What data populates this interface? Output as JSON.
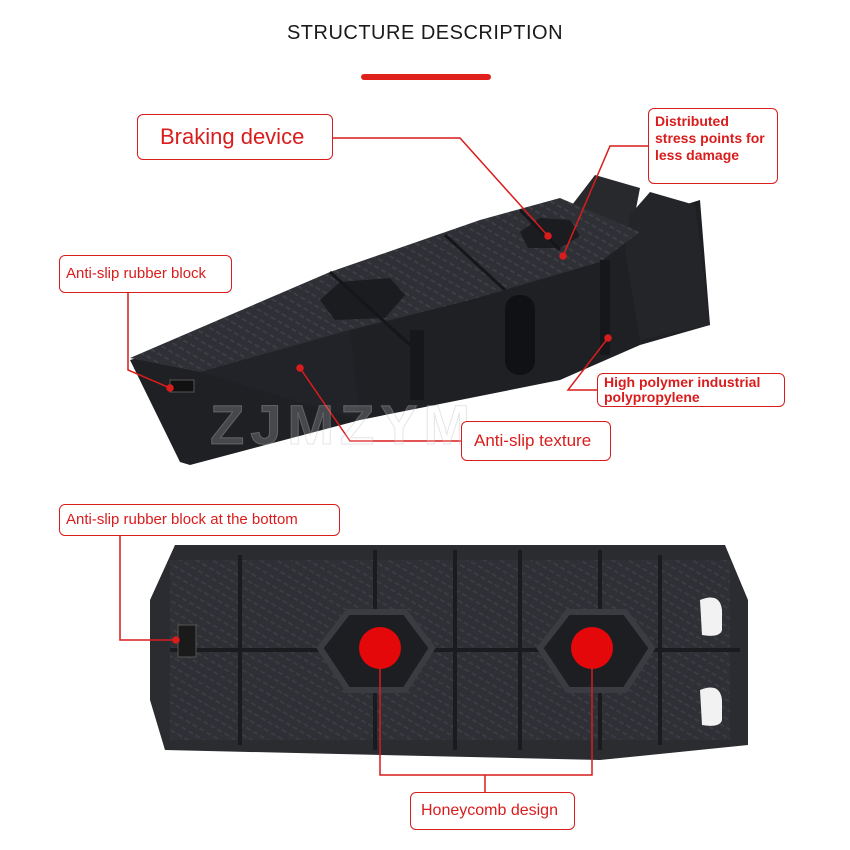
{
  "header": {
    "title": "STRUCTURE DESCRIPTION"
  },
  "labels": {
    "braking_device": "Braking device",
    "distributed_stress": "Distributed stress points for less damage",
    "anti_slip_block": "Anti-slip rubber block",
    "polymer": "High polymer industrial polypropylene",
    "anti_slip_texture": "Anti-slip texture",
    "anti_slip_bottom": "Anti-slip rubber block at the bottom",
    "honeycomb": "Honeycomb design"
  },
  "watermark": "ZJMZYM",
  "colors": {
    "accent": "#e0201b",
    "label": "#d91c1c",
    "ramp": "#2b2d31"
  }
}
